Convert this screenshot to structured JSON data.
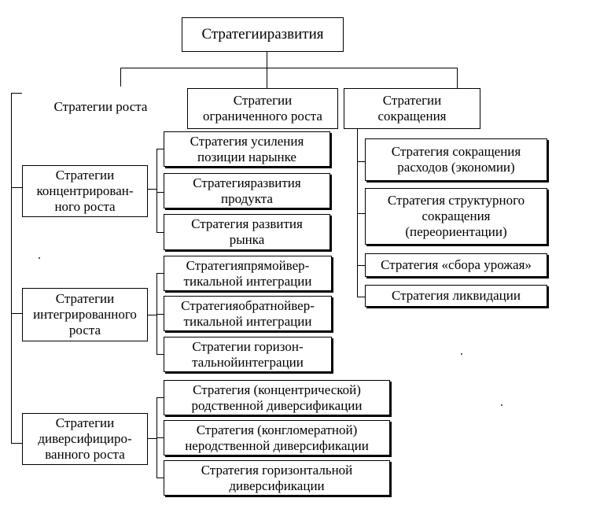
{
  "root": "Стратегииразвития",
  "branches": {
    "growth": "Стратегии роста",
    "limited": "Стратегии\nограниченного роста",
    "reduction": "Стратегии\nсокращения"
  },
  "growth_groups": {
    "concentrated": "Стратегии\nконцентрирован-\nного роста",
    "integrated": "Стратегии\nинтегрированного\nроста",
    "diversified": "Стратегии\nдиверсифициро-\nванного роста"
  },
  "concentrated_items": [
    "Стратегия усиления\nпозиции нарынке",
    "Стратегияразвития\nпродукта",
    "Стратегия развития\nрынка"
  ],
  "integrated_items": [
    "Стратегияпрямойвер-\nтикальной интеграции",
    "Стратегияобратнойвер-\nтикальной интеграции",
    "Стратегии горизон-\nтальнойинтеграции"
  ],
  "diversified_items": [
    "Стратегия  (концентрической)\nродственной диверсификации",
    "Стратегия  (конгломератной)\nнеродственной диверсификации",
    "Стратегия горизонтальной\nдиверсификации"
  ],
  "reduction_items": [
    "Стратегия  сокращения\nрасходов (экономии)",
    "Стратегия структурного\nсокращения\n(переориентации)",
    "Стратегия  «сбора урожая»",
    "Стратегия ликвидации"
  ]
}
